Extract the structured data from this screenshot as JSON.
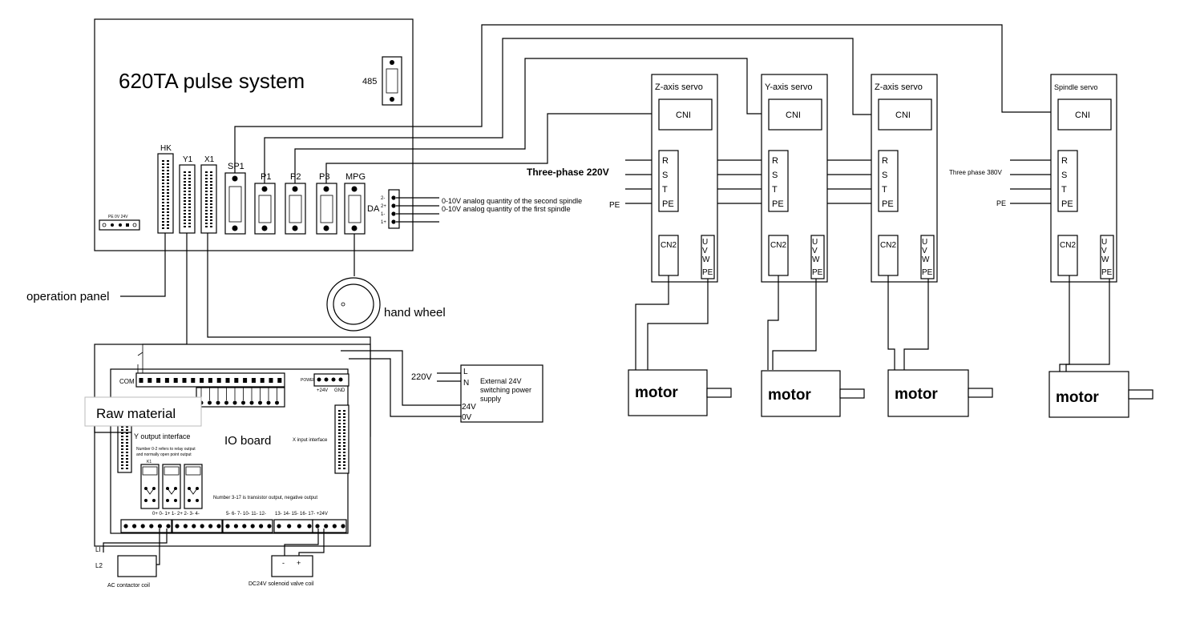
{
  "system": {
    "title": "620TA pulse system",
    "port_485": "485",
    "hk": "HK",
    "y1": "Y1",
    "x1": "X1",
    "sp1": "SP1",
    "p1": "P1",
    "p2": "P2",
    "p3": "P3",
    "mpg": "MPG",
    "da": "DA",
    "da_pins": [
      "2-",
      "2+",
      "1-",
      "1+"
    ],
    "power_pins": "PE 0V 24V"
  },
  "analog": {
    "second_spindle": "0-10V analog quantity of the second spindle",
    "first_spindle": "0-10V analog quantity of the first spindle"
  },
  "labels": {
    "operation_panel": "operation panel",
    "hand_wheel": "hand wheel",
    "three_phase_220": "Three-phase 220V",
    "three_phase_380": "Three phase 380V",
    "pe": "PE"
  },
  "servos": [
    {
      "title": "Z-axis servo",
      "cn1": "CNI",
      "terminals": [
        "R",
        "S",
        "T",
        "PE"
      ],
      "cn2": "CN2",
      "uvw": [
        "U",
        "V",
        "W",
        "PE"
      ],
      "motor": "motor"
    },
    {
      "title": "Y-axis servo",
      "cn1": "CNI",
      "terminals": [
        "R",
        "S",
        "T",
        "PE"
      ],
      "cn2": "CN2",
      "uvw": [
        "U",
        "V",
        "W",
        "PE"
      ],
      "motor": "motor"
    },
    {
      "title": "Z-axis servo",
      "cn1": "CNI",
      "terminals": [
        "R",
        "S",
        "T",
        "PE"
      ],
      "cn2": "CN2",
      "uvw": [
        "U",
        "V",
        "W",
        "PE"
      ],
      "motor": "motor"
    },
    {
      "title": "Spindle servo",
      "cn1": "CNI",
      "terminals": [
        "R",
        "S",
        "T",
        "PE"
      ],
      "cn2": "CN2",
      "uvw": [
        "U",
        "V",
        "W",
        "PE"
      ],
      "motor": "motor"
    }
  ],
  "io": {
    "title": "IO board",
    "com": "COM",
    "power": "POWER",
    "v24": "+24V",
    "gnd": "GND",
    "raw_material": "Raw material",
    "y_output": "Y output interface",
    "x_input": "X input interface",
    "relay_note": "Number 0-2 refers to relay output and normally open point output",
    "transistor_note": "Number 3-17 is transistor output, negative output",
    "outputs_left": "0+ 0- 1+ 1- 2+ 2- 3- 4-",
    "outputs_mid": "5- 6- 7- 10- 11- 12-",
    "outputs_right": "13- 14- 15- 16- 17-  +24V",
    "k_label": "K1"
  },
  "power_supply": {
    "v220": "220V",
    "l": "L",
    "n": "N",
    "name": "External 24V switching power supply",
    "v24": "24V",
    "v0": "0V"
  },
  "coils": {
    "l1": "LI",
    "l2": "L2",
    "ac": "AC contactor coil",
    "dc": "DC24V solenoid valve coil",
    "minus": "-",
    "plus": "+"
  }
}
